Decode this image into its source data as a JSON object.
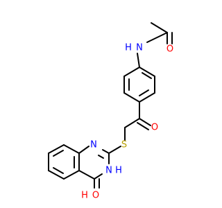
{
  "molecule": {
    "atoms": {
      "amide_n": "N",
      "amide_h": "H",
      "amide_o": "O",
      "ketone_o": "O",
      "sulfur": "S",
      "ring_n_upper": "N",
      "ring_n_lower": "N",
      "ring_n_h": "H",
      "lactam_o": "O",
      "lactam_h": "H"
    },
    "colors": {
      "bond": "#000000",
      "nitrogen": "#0000ff",
      "oxygen": "#ff0000",
      "sulfur": "#b8a000"
    }
  }
}
